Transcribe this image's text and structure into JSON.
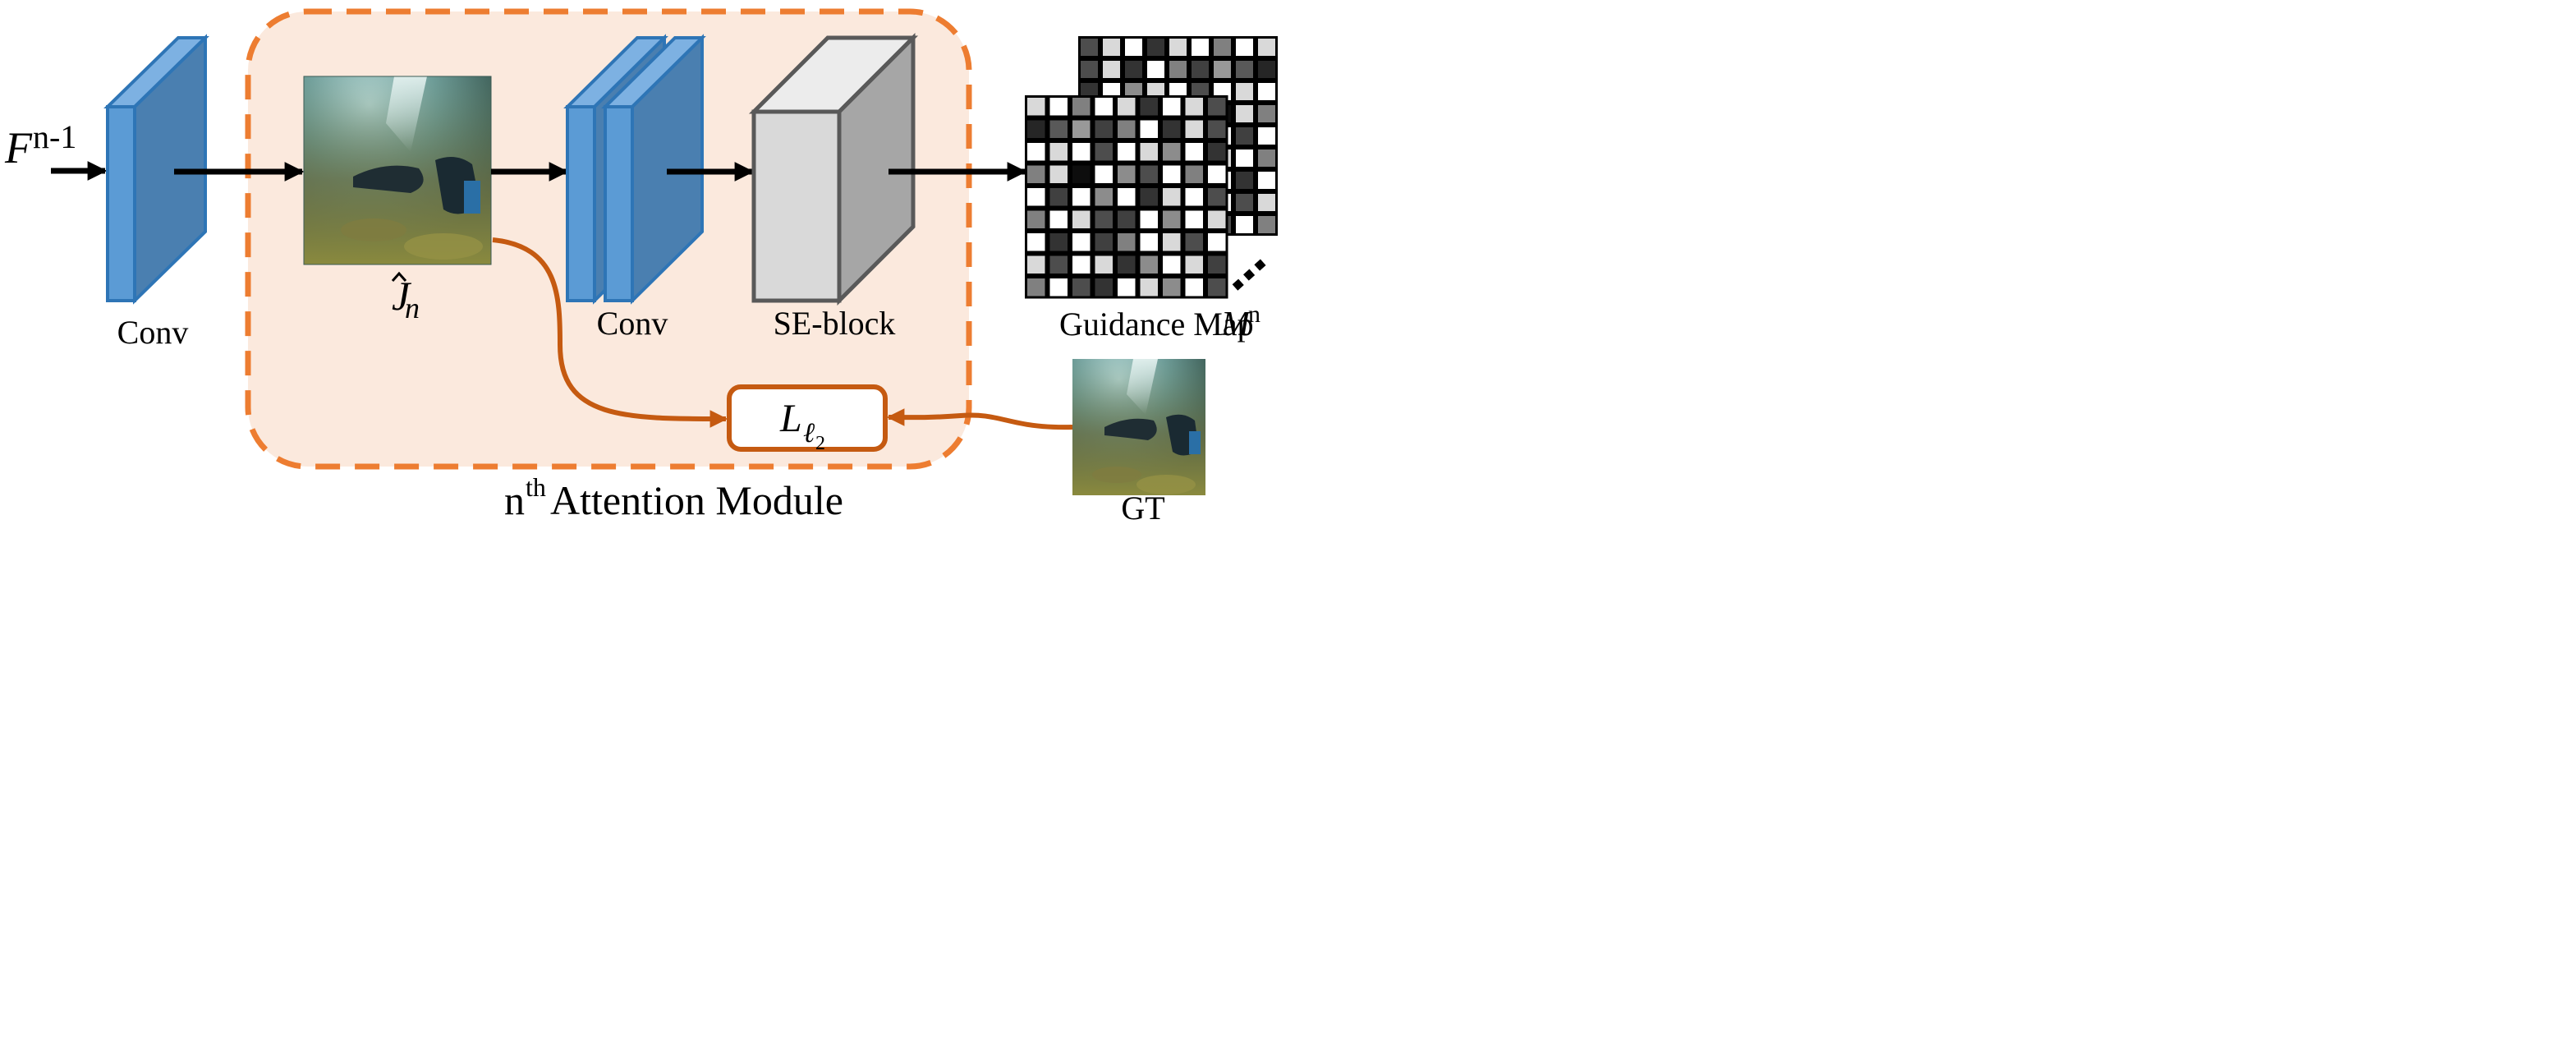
{
  "labels": {
    "input": "F",
    "input_sup": "n-1",
    "conv_left": "Conv",
    "j_hat_base": "J",
    "j_hat_sub": "n",
    "conv_mid": "Conv",
    "se_block": "SE-block",
    "guidance": "Guidance Map",
    "guidance_sym": "M",
    "guidance_sup": "n",
    "loss_base": "L",
    "loss_sub": "ℓ",
    "loss_subsub": "2",
    "gt": "GT",
    "module_sup": "th",
    "module_pre": "n",
    "module_title": " Attention Module"
  },
  "colors": {
    "module_fill": "#fbe9dd",
    "module_border": "#ed7d31",
    "conv_front": "#5b9bd5",
    "conv_side": "#4a7fb0",
    "conv_top": "#7db1e2",
    "conv_stroke": "#2e75b6",
    "se_front": "#d9d9d9",
    "se_side": "#a6a6a6",
    "se_top": "#ececec",
    "se_stroke": "#595959",
    "loss_line": "#c55a11"
  },
  "guidance_maps": {
    "front": [
      [
        0.85,
        1,
        0.5,
        1,
        0.85,
        0.2,
        1,
        0.85,
        0.3
      ],
      [
        0.15,
        0.35,
        0.6,
        0.25,
        0.5,
        1,
        0.2,
        0.85,
        0.3
      ],
      [
        1,
        0.85,
        1,
        0.3,
        1,
        0.85,
        0.55,
        1,
        0.2
      ],
      [
        0.5,
        0.85,
        0.05,
        1,
        0.55,
        0.3,
        1,
        0.5,
        1
      ],
      [
        1,
        0.25,
        1,
        0.55,
        1,
        0.2,
        0.85,
        1,
        0.3
      ],
      [
        0.5,
        1,
        0.85,
        0.3,
        0.25,
        1,
        0.55,
        1,
        0.85
      ],
      [
        1,
        0.2,
        1,
        0.25,
        0.5,
        1,
        0.85,
        0.3,
        1
      ],
      [
        0.85,
        0.3,
        1,
        0.85,
        0.2,
        0.55,
        1,
        0.85,
        0.25
      ],
      [
        0.5,
        1,
        0.3,
        0.2,
        1,
        0.85,
        0.55,
        1,
        0.3
      ]
    ],
    "back_column": [
      0.3,
      1,
      0.85,
      1,
      0.2,
      0.55,
      1
    ]
  }
}
